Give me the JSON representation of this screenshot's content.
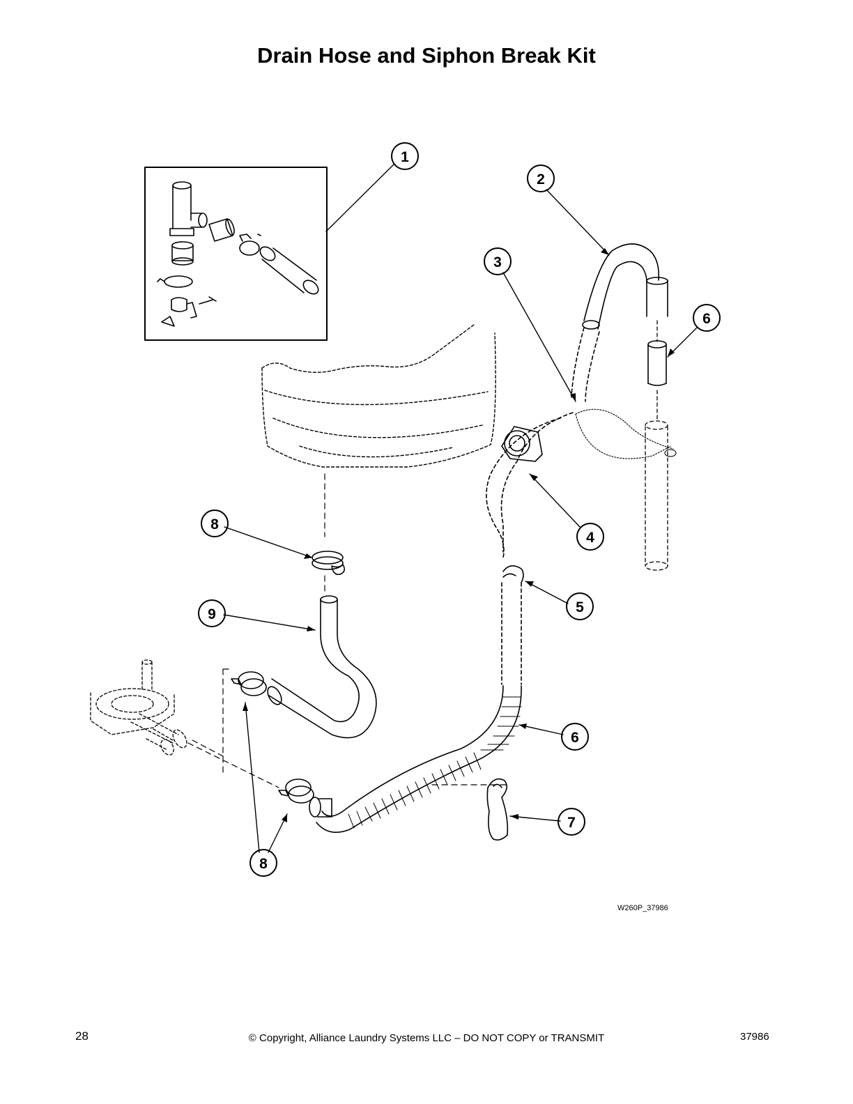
{
  "title": "Drain Hose and Siphon Break Kit",
  "callouts": [
    {
      "id": "c1",
      "label": "1"
    },
    {
      "id": "c2",
      "label": "2"
    },
    {
      "id": "c3",
      "label": "3"
    },
    {
      "id": "c6a",
      "label": "6"
    },
    {
      "id": "c4",
      "label": "4"
    },
    {
      "id": "c8a",
      "label": "8"
    },
    {
      "id": "c5",
      "label": "5"
    },
    {
      "id": "c9",
      "label": "9"
    },
    {
      "id": "c6b",
      "label": "6"
    },
    {
      "id": "c7",
      "label": "7"
    },
    {
      "id": "c8b",
      "label": "8"
    }
  ],
  "drawing_code": "W260P_37986",
  "footer": {
    "page_number": "28",
    "copyright": "© Copyright, Alliance Laundry Systems LLC – DO NOT COPY or TRANSMIT",
    "doc_number": "37986"
  }
}
